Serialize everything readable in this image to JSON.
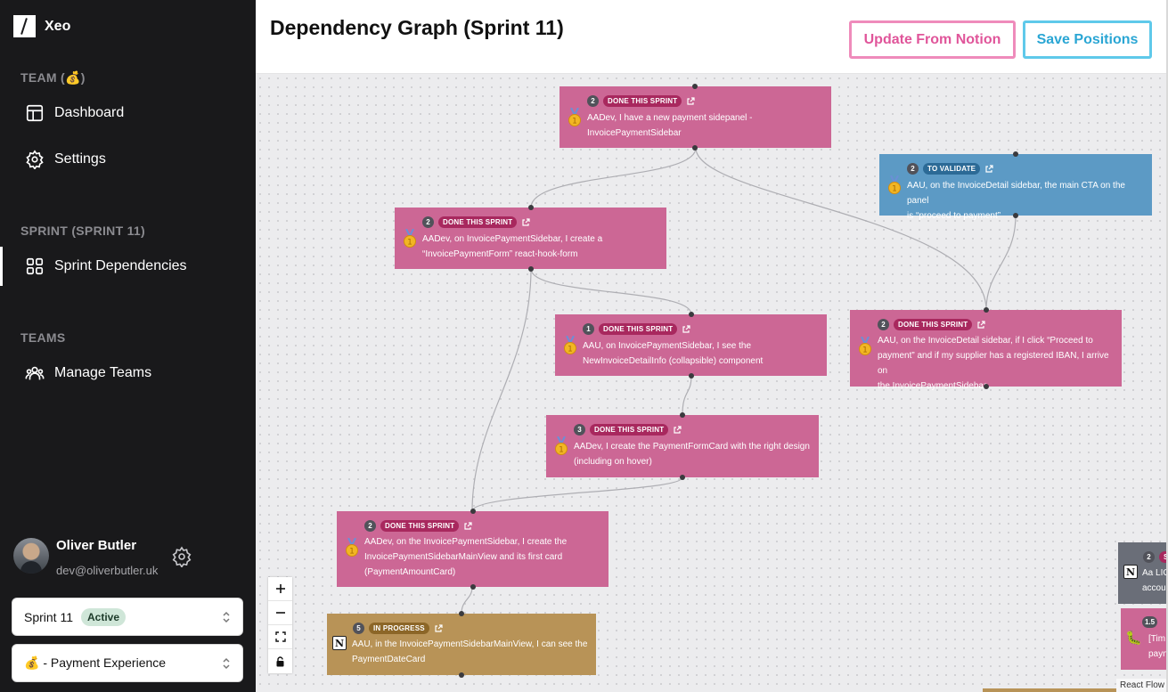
{
  "app": {
    "name": "Xeo"
  },
  "sidebar": {
    "team_title": "TEAM (💰)",
    "team_items": [
      {
        "label": "Dashboard",
        "icon": "dashboard-icon"
      },
      {
        "label": "Settings",
        "icon": "gear-icon"
      }
    ],
    "sprint_title": "SPRINT (SPRINT 11)",
    "sprint_items": [
      {
        "label": "Sprint Dependencies",
        "icon": "grid-icon"
      }
    ],
    "teams_title": "TEAMS",
    "teams_items": [
      {
        "label": "Manage Teams",
        "icon": "users-icon"
      }
    ],
    "user": {
      "name": "Oliver Butler",
      "email": "dev@oliverbutler.uk"
    },
    "sprint_select": {
      "value": "Sprint 11",
      "badge": "Active"
    },
    "team_select": {
      "value": "💰 - Payment Experience"
    }
  },
  "header": {
    "title": "Dependency Graph (Sprint 11)",
    "update_label": "Update From Notion",
    "save_label": "Save Positions"
  },
  "graph": {
    "nodes": [
      {
        "id": "n1",
        "points": "2",
        "status": "DONE THIS SPRINT",
        "text_lines": [
          "AADev, I have a new payment sidepanel -",
          "InvoicePaymentSidebar"
        ]
      },
      {
        "id": "n2",
        "points": "2",
        "status": "TO VALIDATE",
        "text_lines": [
          "AAU, on the InvoiceDetail sidebar, the main CTA on the panel",
          "is “proceed to payment”"
        ]
      },
      {
        "id": "n3",
        "points": "2",
        "status": "DONE THIS SPRINT",
        "text_lines": [
          "AADev, on InvoicePaymentSidebar, I create a",
          "“InvoicePaymentForm” react-hook-form"
        ]
      },
      {
        "id": "n4",
        "points": "1",
        "status": "DONE THIS SPRINT",
        "text_lines": [
          "AAU, on InvoicePaymentSidebar, I see the",
          "NewInvoiceDetailInfo (collapsible) component"
        ]
      },
      {
        "id": "n5",
        "points": "2",
        "status": "DONE THIS SPRINT",
        "text_lines": [
          "AAU, on the InvoiceDetail sidebar, if I click “Proceed to",
          "payment” and if my supplier has a registered IBAN, I arrive on",
          "the InvoicePaymentSidebar"
        ]
      },
      {
        "id": "n6",
        "points": "3",
        "status": "DONE THIS SPRINT",
        "text_lines": [
          "AADev, I create the PaymentFormCard with the right design",
          "(including on hover)"
        ]
      },
      {
        "id": "n7",
        "points": "2",
        "status": "DONE THIS SPRINT",
        "text_lines": [
          "AADev, on the InvoicePaymentSidebar, I create the",
          "InvoicePaymentSidebarMainView and its first card",
          "(PaymentAmountCard)"
        ]
      },
      {
        "id": "n8",
        "points": "5",
        "status": "IN PROGRESS",
        "text_lines": [
          "AAU, in the InvoicePaymentSidebarMainView, I can see the",
          "PaymentDateCard"
        ]
      },
      {
        "id": "n9",
        "points": "2",
        "status": "S",
        "text_lines": [
          "Aa LIG",
          "accou"
        ]
      },
      {
        "id": "n10",
        "points": "1.5",
        "status": "",
        "text_lines": [
          "[Tim",
          "payn"
        ]
      }
    ]
  },
  "canvas": {
    "attribution": "React Flow"
  },
  "colors": {
    "done": "#cc6795",
    "validate": "#5c9ac5",
    "in_progress": "#b89357",
    "accent_pink": "#e0559a",
    "accent_blue": "#2aa6d4"
  }
}
